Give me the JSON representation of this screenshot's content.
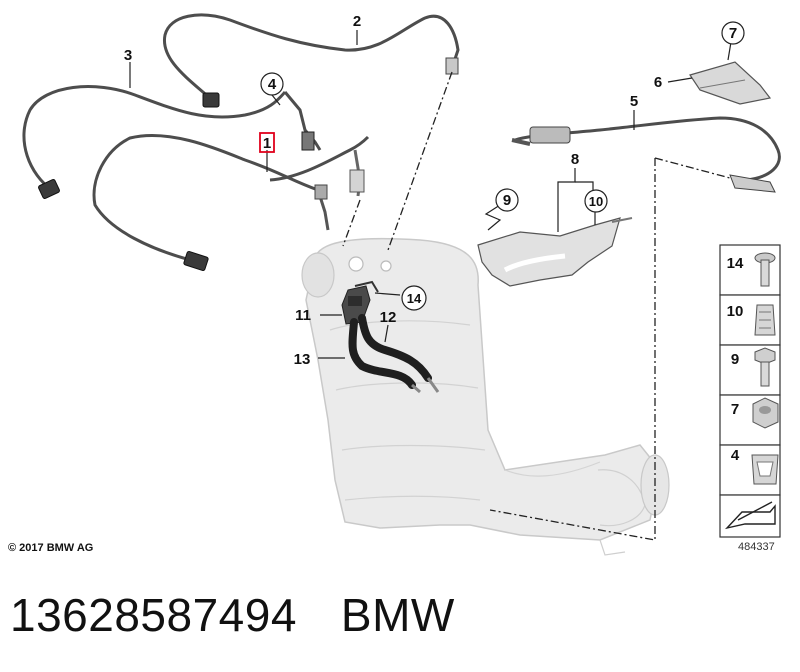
{
  "diagram": {
    "callouts": [
      "1",
      "2",
      "3",
      "4",
      "5",
      "6",
      "7",
      "8",
      "9",
      "10",
      "11",
      "12",
      "13",
      "14"
    ],
    "legend": [
      "14",
      "10",
      "9",
      "7",
      "4"
    ],
    "highlight_color": "#e0001b",
    "copyright": "© 2017 BMW AG",
    "diagram_id": "484337"
  },
  "footer": {
    "part_number": "13628587494",
    "brand": "BMW"
  }
}
